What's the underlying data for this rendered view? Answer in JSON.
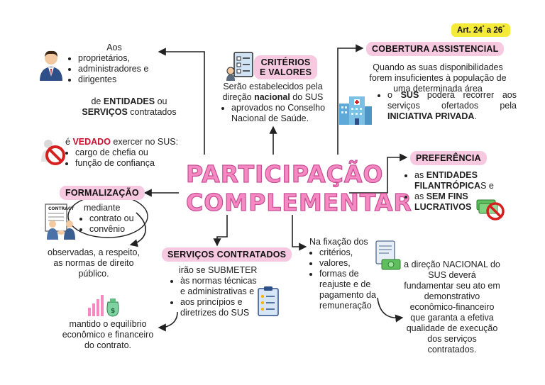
{
  "title": {
    "line1": "PARTICIPAÇÃO",
    "line2": "COMPLEMENTAR"
  },
  "badge": {
    "art": "Art. 24",
    "sup1": "°",
    "mid": " a 26",
    "sup2": "°"
  },
  "left_top": {
    "intro": "Aos",
    "items": [
      "proprietários,",
      "administradores e",
      "dirigentes"
    ],
    "de": "de",
    "entidades": "ENTIDADES",
    "ou": " ou",
    "servicos": "SERVIÇOS",
    "contratados": " contratados",
    "e": "é",
    "vedado": "VEDADO",
    "exercer": " exercer no SUS:",
    "vedado_items": [
      "cargo de chefia ou",
      "função de confiança"
    ]
  },
  "criterios": {
    "label_line1": "CRITÉRIOS",
    "label_line2": "E VALORES",
    "text_a": "Serão estabelecidos pela direção",
    "text_bold": "nacional",
    "text_b": " do SUS",
    "items": [
      "aprovados no Conselho Nacional de Saúde."
    ]
  },
  "cobertura": {
    "label": "COBERTURA ASSISTENCIAL",
    "text": "Quando as suas disponibilidades forem insuficientes à população de uma determinada área",
    "item_a": "o",
    "item_bold": "SUS",
    "item_b": " poderá recorrer aos serviços ofertados pela",
    "item_bold2": "INICIATIVA PRIVADA",
    "item_end": "."
  },
  "preferencia": {
    "label": "PREFERÊNCIA",
    "item1_a": "as",
    "item1_bold": "ENTIDADES FILANTRÓPICA",
    "item1_b": "S e",
    "item2_a": "as",
    "item2_bold": "SEM FINS LUCRATIVOS"
  },
  "formalizacao": {
    "label": "FORMALIZAÇÃO",
    "intro": "mediante",
    "items": [
      "contrato ou",
      "convênio"
    ],
    "observadas": "observadas, a respeito, as normas de direito público."
  },
  "servicos": {
    "label": "SERVIÇOS CONTRATADOS",
    "intro": "irão se SUBMETER",
    "items": [
      "às normas técnicas e administrativas e",
      "aos princípios e diretrizes do SUS"
    ],
    "mantido": "mantido o equilíbrio econômico e financeiro do contrato."
  },
  "fixacao": {
    "intro": "Na fixação dos",
    "items": [
      "critérios,",
      "valores,",
      "formas de reajuste e de pagamento da remuneração"
    ],
    "result": "a direção NACIONAL do SUS deverá fundamentar seu ato em demonstrativo econômico-financeiro que garanta a efetiva qualidade de execução dos serviços contratados."
  },
  "icons": {
    "person": "businessman-icon",
    "forbidden": "prohibited-icon",
    "checklist": "checklist-icon",
    "hospital": "hospital-building-icon",
    "money_forbidden": "money-prohibited-icon",
    "handshake": "contract-handshake-icon",
    "clipboard": "clipboard-icon",
    "money_chart": "money-bag-chart-icon",
    "document_money": "document-money-icon"
  },
  "colors": {
    "pill": "#f7c9e0",
    "title": "#f58ac3",
    "red": "#c8102e",
    "badge": "#f5e93a"
  }
}
